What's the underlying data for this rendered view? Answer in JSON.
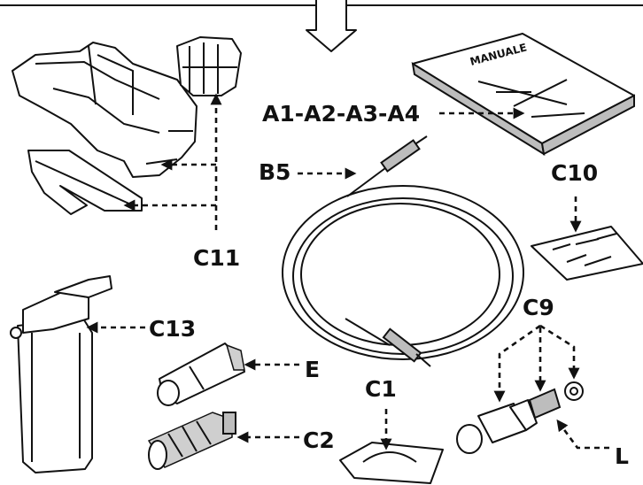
{
  "labels": {
    "manual_title": "MANUALE",
    "a_group": "A1-A2-A3-A4",
    "b5": "B5",
    "c10": "C10",
    "c11": "C11",
    "c13": "C13",
    "e": "E",
    "c1": "C1",
    "c2": "C2",
    "c9": "C9",
    "l": "L"
  },
  "colors": {
    "ink": "#111111",
    "background": "#ffffff"
  }
}
